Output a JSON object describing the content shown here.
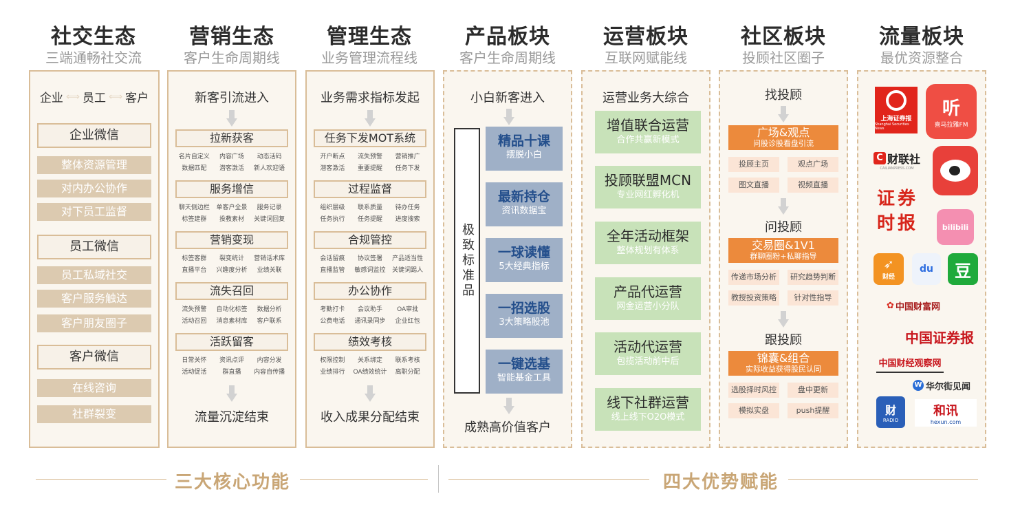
{
  "columns": [
    {
      "title": "社交生态",
      "subtitle": "三端通畅社交流"
    },
    {
      "title": "营销生态",
      "subtitle": "客户生命周期线"
    },
    {
      "title": "管理生态",
      "subtitle": "业务管理流程线"
    },
    {
      "title": "产品板块",
      "subtitle": "客户生命周期线"
    },
    {
      "title": "运营板块",
      "subtitle": "互联网赋能线"
    },
    {
      "title": "社区板块",
      "subtitle": "投顾社区圈子"
    },
    {
      "title": "流量板块",
      "subtitle": "最优资源整合"
    }
  ],
  "social": {
    "header": [
      "企业",
      "员工",
      "客户"
    ],
    "groups": [
      {
        "title": "企业微信",
        "items": [
          "整体资源管理",
          "对内办公协作",
          "对下员工监督"
        ]
      },
      {
        "title": "员工微信",
        "items": [
          "员工私域社交",
          "客户服务触达",
          "客户朋友圈子"
        ]
      },
      {
        "title": "客户微信",
        "items": [
          "在线咨询",
          "社群裂变"
        ]
      }
    ]
  },
  "marketing": {
    "start": "新客引流进入",
    "end": "流量沉淀结束",
    "sections": [
      {
        "title": "拉新获客",
        "items": [
          "名片自定义",
          "内容广场",
          "动态活码",
          "数据匹配",
          "潜客激活",
          "新人欢迎语"
        ]
      },
      {
        "title": "服务增信",
        "items": [
          "聊天侧边栏",
          "单客户全景",
          "服务记录",
          "标签建群",
          "投教素材",
          "关键词回复"
        ]
      },
      {
        "title": "营销变现",
        "items": [
          "标签客群",
          "裂变统计",
          "营销话术库",
          "直播平台",
          "兴趣度分析",
          "业绩关联"
        ]
      },
      {
        "title": "流失召回",
        "items": [
          "流失预警",
          "自动化标签",
          "数据分析",
          "活动召回",
          "消息素材库",
          "客户联系"
        ]
      },
      {
        "title": "活跃留客",
        "items": [
          "日常关怀",
          "资讯点评",
          "内容分发",
          "活动促活",
          "群直播",
          "内容自传播"
        ]
      }
    ]
  },
  "management": {
    "start": "业务需求指标发起",
    "end": "收入成果分配结束",
    "sections": [
      {
        "title": "任务下发MOT系统",
        "items": [
          "开户断点",
          "流失预警",
          "营销推广",
          "潜客激活",
          "重要提醒",
          "任务下发"
        ]
      },
      {
        "title": "过程监督",
        "items": [
          "组织层级",
          "联系质量",
          "待办任务",
          "任务执行",
          "任务提醒",
          "进度搜索"
        ]
      },
      {
        "title": "合规管控",
        "items": [
          "会话留痕",
          "协议签署",
          "产品适当性",
          "直播监管",
          "敏感词监控",
          "关键词踢人"
        ]
      },
      {
        "title": "办公协作",
        "items": [
          "考勤打卡",
          "会议助手",
          "OA审批",
          "公费电话",
          "通讯录同步",
          "企业红包"
        ]
      },
      {
        "title": "绩效考核",
        "items": [
          "权限控制",
          "关系绑定",
          "联系考核",
          "业绩排行",
          "OA绩效统计",
          "离职分配"
        ]
      }
    ]
  },
  "product": {
    "start": "小白新客进入",
    "end": "成熟高价值客户",
    "vertical": "极致标准品",
    "cards": [
      {
        "title": "精品十课",
        "sub": "摆脱小白"
      },
      {
        "title": "最新持仓",
        "sub": "资讯数据宝"
      },
      {
        "title": "一球读懂",
        "sub": "5大经典指标"
      },
      {
        "title": "一招选股",
        "sub": "3大策略股池"
      },
      {
        "title": "一键选基",
        "sub": "智能基金工具"
      }
    ]
  },
  "operation": {
    "header": "运营业务大综合",
    "cards": [
      {
        "title": "增值联合运营",
        "sub": "合作共赢新模式"
      },
      {
        "title": "投顾联盟MCN",
        "sub": "专业网红孵化机"
      },
      {
        "title": "全年活动框架",
        "sub": "整体规划有体系"
      },
      {
        "title": "产品代运营",
        "sub": "网金运营小分队"
      },
      {
        "title": "活动代运营",
        "sub": "包揽活动前中后"
      },
      {
        "title": "线下社群运营",
        "sub": "线上线下O2O模式"
      }
    ]
  },
  "community": {
    "stages": [
      {
        "head": "找投顾",
        "bar": "广场&观点",
        "bar_sub": "问股诊股看盘引流",
        "items": [
          "投顾主页",
          "观点广场",
          "图文直播",
          "视频直播"
        ]
      },
      {
        "head": "问投顾",
        "bar": "交易圈&1V1",
        "bar_sub": "群聊圈粉+私聊指导",
        "items": [
          "传递市场分析",
          "研究趋势判断",
          "教授投资策略",
          "针对性指导"
        ]
      },
      {
        "head": "跟投顾",
        "bar": "锦囊&组合",
        "bar_sub": "实际收益获得股民认同",
        "items": [
          "选股择时风控",
          "盘中更新",
          "模拟实盘",
          "push提醒"
        ]
      }
    ]
  },
  "traffic": {
    "logos": [
      {
        "name": "上海证券报",
        "sub": "Shanghai Securities News",
        "icon": "shzqb-logo"
      },
      {
        "name": "听",
        "sub": "喜马拉雅FM",
        "icon": "ximalaya-logo"
      },
      {
        "name": "财联社",
        "sub": "CAILIANPRESS.COM",
        "icon": "cailianshe-logo"
      },
      {
        "name": "weibo",
        "icon": "weibo-logo"
      },
      {
        "name": "证券时报",
        "icon": "zqsb-logo"
      },
      {
        "name": "bilibili",
        "icon": "bilibili-logo"
      },
      {
        "name": "财经",
        "icon": "caijing-logo"
      },
      {
        "name": "du",
        "icon": "baidu-logo"
      },
      {
        "name": "豆",
        "icon": "douban-logo"
      },
      {
        "name": "中国财富网",
        "icon": "cfw-logo"
      },
      {
        "name": "中国证券报",
        "icon": "zgzqb-logo"
      },
      {
        "name": "中国财经观察网",
        "icon": "caijingguancha-logo"
      },
      {
        "name": "华尔街见闻",
        "icon": "wallstreetcn-logo"
      },
      {
        "name": "财",
        "sub": "RADIO",
        "icon": "radio-logo"
      },
      {
        "name": "和讯",
        "sub": "hexun.com",
        "icon": "hexun-logo"
      }
    ]
  },
  "bottom": {
    "left": "三大核心功能",
    "right": "四大优势赋能"
  }
}
